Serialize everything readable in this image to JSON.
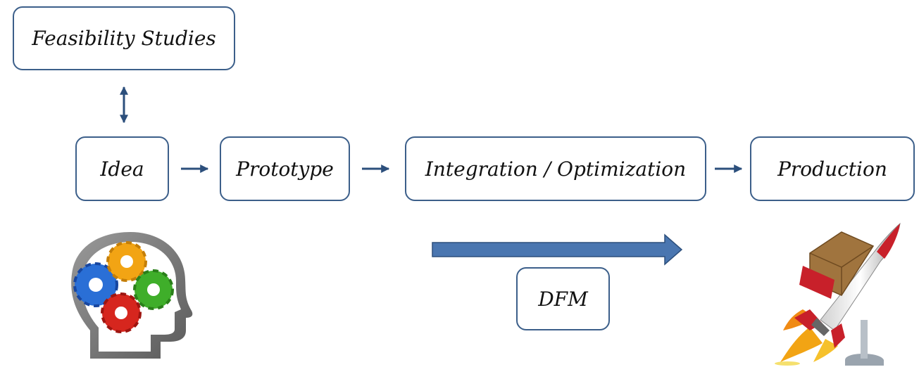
{
  "diagram": {
    "nodes": {
      "feasibility": "Feasibility Studies",
      "idea": "Idea",
      "prototype": "Prototype",
      "integration": "Integration / Optimization",
      "production": "Production",
      "dfm": "DFM"
    },
    "edges": [
      {
        "from": "feasibility",
        "to": "idea",
        "style": "bidirectional"
      },
      {
        "from": "idea",
        "to": "prototype"
      },
      {
        "from": "prototype",
        "to": "integration"
      },
      {
        "from": "integration",
        "to": "production"
      }
    ],
    "illustrations": [
      "head-gears-icon",
      "rocket-icon"
    ],
    "colors": {
      "box_border": "#3c5f8a",
      "arrow": "#2c4f7c",
      "dfm_arrow": "#4a76b0",
      "gear_blue": "#2a6fd6",
      "gear_orange": "#f2a414",
      "gear_green": "#3fae2a",
      "gear_red": "#d6261e",
      "rocket_red": "#c8202a"
    }
  }
}
